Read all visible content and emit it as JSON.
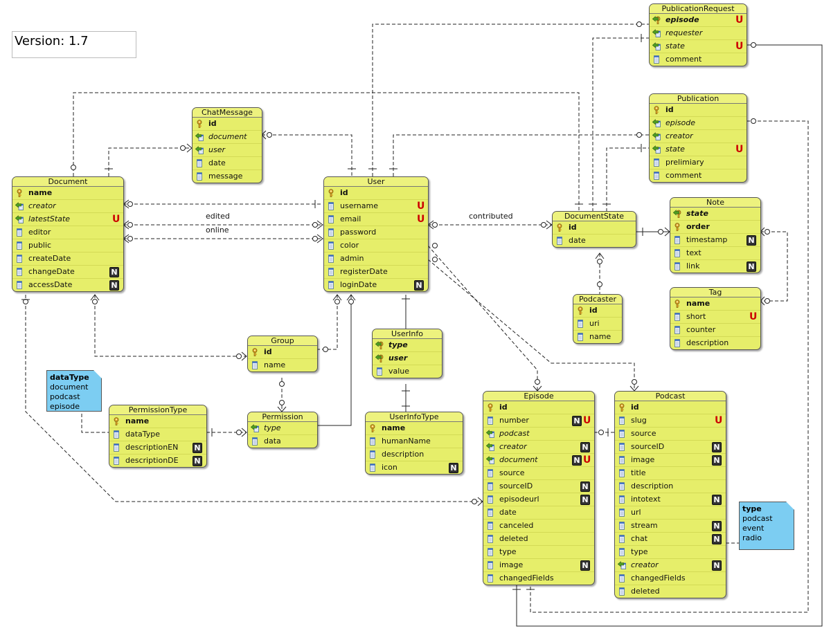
{
  "version_label": "Version: 1.7",
  "colors": {
    "entity_fill": "#e6ee6a",
    "note_fill": "#7ccdf2",
    "unique_flag": "#cc0000",
    "nullable_flag": "#333333"
  },
  "icon_legend": {
    "pk": "key-icon",
    "fk": "foreign-key-icon",
    "col": "column-icon"
  },
  "entities": {
    "PublicationRequest": {
      "title": "PublicationRequest",
      "fields": [
        {
          "name": "episode",
          "pk": true,
          "fk": true,
          "u": true
        },
        {
          "name": "requester",
          "fk": true
        },
        {
          "name": "state",
          "fk": true,
          "u": true
        },
        {
          "name": "comment"
        }
      ]
    },
    "Publication": {
      "title": "Publication",
      "fields": [
        {
          "name": "id",
          "pk": true
        },
        {
          "name": "episode",
          "fk": true
        },
        {
          "name": "creator",
          "fk": true
        },
        {
          "name": "state",
          "fk": true,
          "u": true
        },
        {
          "name": "prelimiary"
        },
        {
          "name": "comment"
        }
      ]
    },
    "ChatMessage": {
      "title": "ChatMessage",
      "fields": [
        {
          "name": "id",
          "pk": true
        },
        {
          "name": "document",
          "fk": true
        },
        {
          "name": "user",
          "fk": true
        },
        {
          "name": "date"
        },
        {
          "name": "message"
        }
      ]
    },
    "Document": {
      "title": "Document",
      "fields": [
        {
          "name": "name",
          "pk": true
        },
        {
          "name": "creator",
          "fk": true
        },
        {
          "name": "latestState",
          "fk": true,
          "u": true
        },
        {
          "name": "editor"
        },
        {
          "name": "public"
        },
        {
          "name": "createDate"
        },
        {
          "name": "changeDate",
          "n": true
        },
        {
          "name": "accessDate",
          "n": true
        }
      ]
    },
    "User": {
      "title": "User",
      "fields": [
        {
          "name": "id",
          "pk": true
        },
        {
          "name": "username",
          "u": true
        },
        {
          "name": "email",
          "u": true
        },
        {
          "name": "password"
        },
        {
          "name": "color"
        },
        {
          "name": "admin"
        },
        {
          "name": "registerDate"
        },
        {
          "name": "loginDate",
          "n": true
        }
      ]
    },
    "DocumentState": {
      "title": "DocumentState",
      "fields": [
        {
          "name": "id",
          "pk": true
        },
        {
          "name": "date"
        }
      ]
    },
    "Note": {
      "title": "Note",
      "fields": [
        {
          "name": "state",
          "pk": true,
          "fk": true
        },
        {
          "name": "order",
          "pk": true
        },
        {
          "name": "timestamp",
          "n": true
        },
        {
          "name": "text"
        },
        {
          "name": "link",
          "n": true
        }
      ]
    },
    "Tag": {
      "title": "Tag",
      "fields": [
        {
          "name": "name",
          "pk": true
        },
        {
          "name": "short",
          "u": true
        },
        {
          "name": "counter"
        },
        {
          "name": "description"
        }
      ]
    },
    "Podcaster": {
      "title": "Podcaster",
      "fields": [
        {
          "name": "id",
          "pk": true
        },
        {
          "name": "uri"
        },
        {
          "name": "name"
        }
      ]
    },
    "UserInfo": {
      "title": "UserInfo",
      "fields": [
        {
          "name": "type",
          "pk": true,
          "fk": true
        },
        {
          "name": "user",
          "pk": true,
          "fk": true
        },
        {
          "name": "value"
        }
      ]
    },
    "UserInfoType": {
      "title": "UserInfoType",
      "fields": [
        {
          "name": "name",
          "pk": true
        },
        {
          "name": "humanName"
        },
        {
          "name": "description"
        },
        {
          "name": "icon",
          "n": true
        }
      ]
    },
    "Group": {
      "title": "Group",
      "fields": [
        {
          "name": "id",
          "pk": true
        },
        {
          "name": "name"
        }
      ]
    },
    "Permission": {
      "title": "Permission",
      "fields": [
        {
          "name": "type",
          "fk": true
        },
        {
          "name": "data"
        }
      ]
    },
    "PermissionType": {
      "title": "PermissionType",
      "fields": [
        {
          "name": "name",
          "pk": true
        },
        {
          "name": "dataType"
        },
        {
          "name": "descriptionEN",
          "n": true
        },
        {
          "name": "descriptionDE",
          "n": true
        }
      ]
    },
    "Episode": {
      "title": "Episode",
      "fields": [
        {
          "name": "id",
          "pk": true
        },
        {
          "name": "number",
          "n": true,
          "u": true
        },
        {
          "name": "podcast",
          "fk": true
        },
        {
          "name": "creator",
          "fk": true,
          "n": true
        },
        {
          "name": "document",
          "fk": true,
          "n": true,
          "u": true
        },
        {
          "name": "source"
        },
        {
          "name": "sourceID",
          "n": true
        },
        {
          "name": "episodeurl",
          "n": true
        },
        {
          "name": "date"
        },
        {
          "name": "canceled"
        },
        {
          "name": "deleted"
        },
        {
          "name": "type"
        },
        {
          "name": "image",
          "n": true
        },
        {
          "name": "changedFields"
        }
      ]
    },
    "Podcast": {
      "title": "Podcast",
      "fields": [
        {
          "name": "id",
          "pk": true
        },
        {
          "name": "slug",
          "u": true
        },
        {
          "name": "source"
        },
        {
          "name": "sourceID",
          "n": true
        },
        {
          "name": "image",
          "n": true
        },
        {
          "name": "title"
        },
        {
          "name": "description"
        },
        {
          "name": "intotext",
          "n": true
        },
        {
          "name": "url"
        },
        {
          "name": "stream",
          "n": true
        },
        {
          "name": "chat",
          "n": true
        },
        {
          "name": "type"
        },
        {
          "name": "creator",
          "fk": true,
          "n": true
        },
        {
          "name": "changedFields"
        },
        {
          "name": "deleted"
        }
      ]
    }
  },
  "notes": {
    "dataType": {
      "title": "dataType",
      "lines": [
        "document",
        "podcast",
        "episode"
      ]
    },
    "type": {
      "title": "type",
      "lines": [
        "podcast",
        "event",
        "radio"
      ]
    }
  },
  "relation_labels": {
    "edited": "edited",
    "online": "online",
    "contributed": "contributed"
  },
  "flags": {
    "nullable": "N",
    "unique": "U"
  }
}
